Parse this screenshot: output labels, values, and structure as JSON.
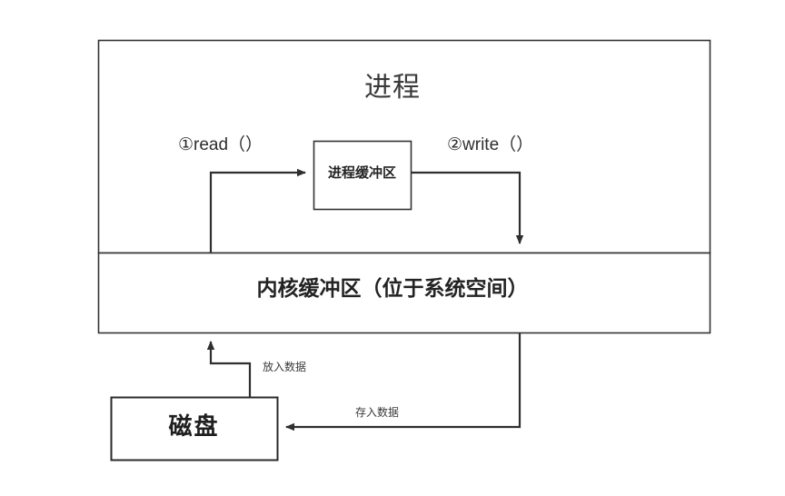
{
  "diagram": {
    "title": "进程",
    "process_box": {
      "label": "进程"
    },
    "process_buffer": {
      "label": "进程缓冲区"
    },
    "kernel_buffer": {
      "label": "内核缓冲区（位于系统空间）"
    },
    "disk": {
      "label": "磁盘"
    },
    "operations": {
      "read": "①read（）",
      "write": "②write（）"
    },
    "flows": {
      "put_data": "放入数据",
      "store_data": "存入数据"
    },
    "colors": {
      "stroke": "#333333",
      "text": "#2b2b2b",
      "background": "#ffffff"
    }
  }
}
